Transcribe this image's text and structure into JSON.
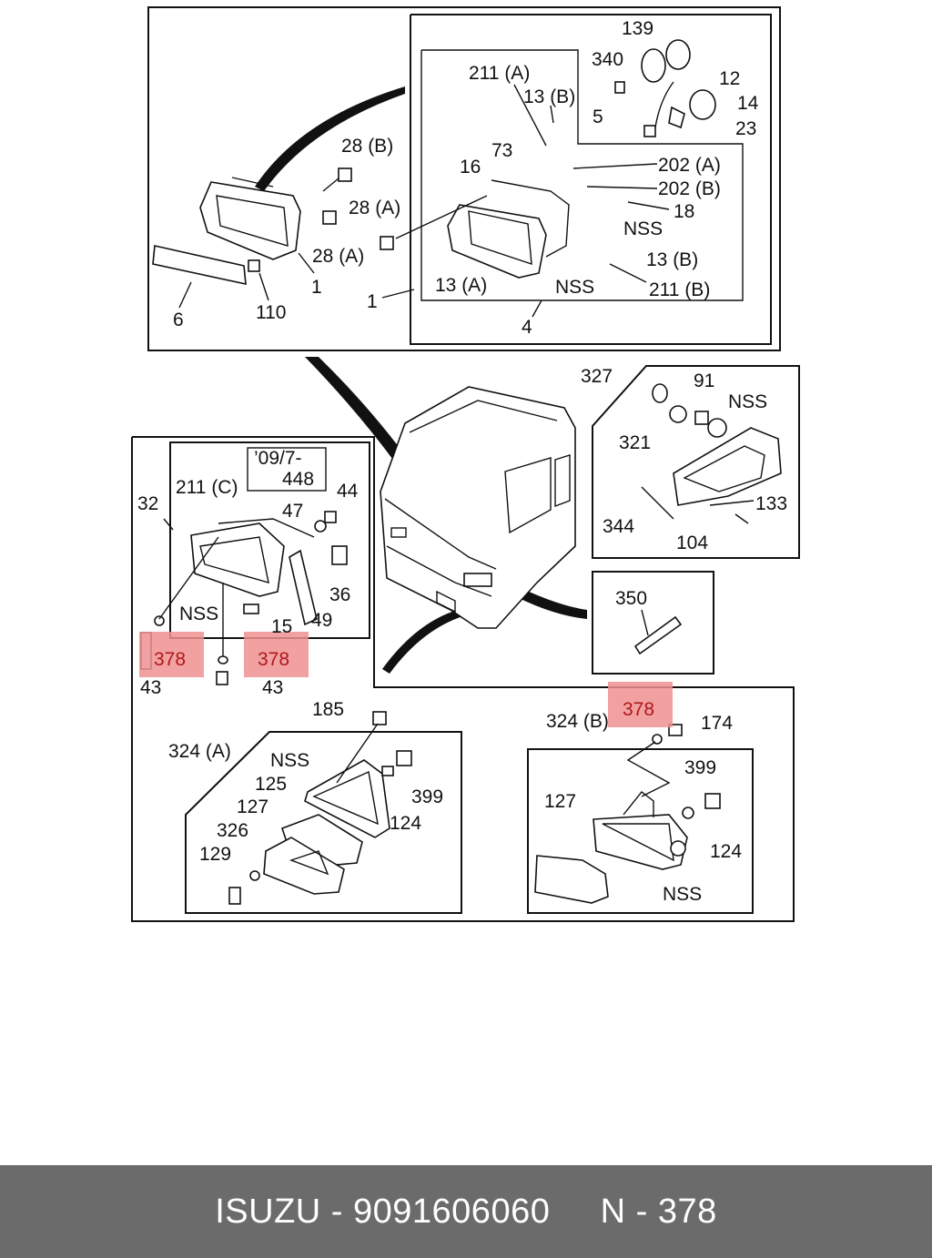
{
  "labels": {
    "p139": "139",
    "p340": "340",
    "p12": "12",
    "p14": "14",
    "p5": "5",
    "p23": "23",
    "p211a": "211 (A)",
    "p13b_top": "13 (B)",
    "p73": "73",
    "p16": "16",
    "p202a": "202 (A)",
    "p202b": "202 (B)",
    "p18": "18",
    "nss_a": "NSS",
    "p13b_mid": "13 (B)",
    "p13a": "13 (A)",
    "nss_b": "NSS",
    "p211b": "211 (B)",
    "p4": "4",
    "p1_inner": "1",
    "p28b": "28 (B)",
    "p28a_right": "28 (A)",
    "p28a_low": "28 (A)",
    "p1_outer": "1",
    "p6": "6",
    "p110": "110",
    "p327": "327",
    "p91": "91",
    "nss_c": "NSS",
    "p321": "321",
    "p133": "133",
    "p344": "344",
    "p104": "104",
    "p350": "350",
    "p32": "32",
    "p211c": "211 (C)",
    "date_note": "’09/7-",
    "p448": "448",
    "p44": "44",
    "p47": "47",
    "p36": "36",
    "nss_d": "NSS",
    "p15": "15",
    "p49": "49",
    "p378_a": "378",
    "p378_b": "378",
    "p43_a": "43",
    "p43_b": "43",
    "p185": "185",
    "p324a": "324 (A)",
    "nss_e": "NSS",
    "p125": "125",
    "p399_a": "399",
    "p127_a": "127",
    "p124_a": "124",
    "p326": "326",
    "p129": "129",
    "p324b": "324 (B)",
    "p378_c": "378",
    "p174": "174",
    "p399_b": "399",
    "p127_b": "127",
    "p124_b": "124",
    "nss_f": "NSS"
  },
  "colors": {
    "highlight": "#ef9090",
    "highlight_text": "#b01818",
    "footer_bg": "#6b6b6b",
    "footer_text": "#ffffff"
  },
  "footer": {
    "text": "ISUZU - 9091606060     N - 378"
  }
}
